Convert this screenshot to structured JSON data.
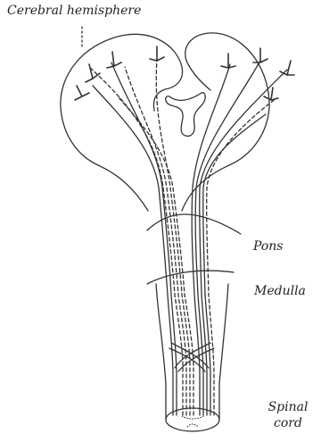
{
  "labels": {
    "cerebral_hemisphere": "Cerebral hemisphere",
    "pons": "Pons",
    "medulla": "Medulla",
    "spinal_line1": "Spinal",
    "spinal_line2": "cord"
  },
  "colors": {
    "ink": "#333333",
    "background": "#ffffff"
  }
}
